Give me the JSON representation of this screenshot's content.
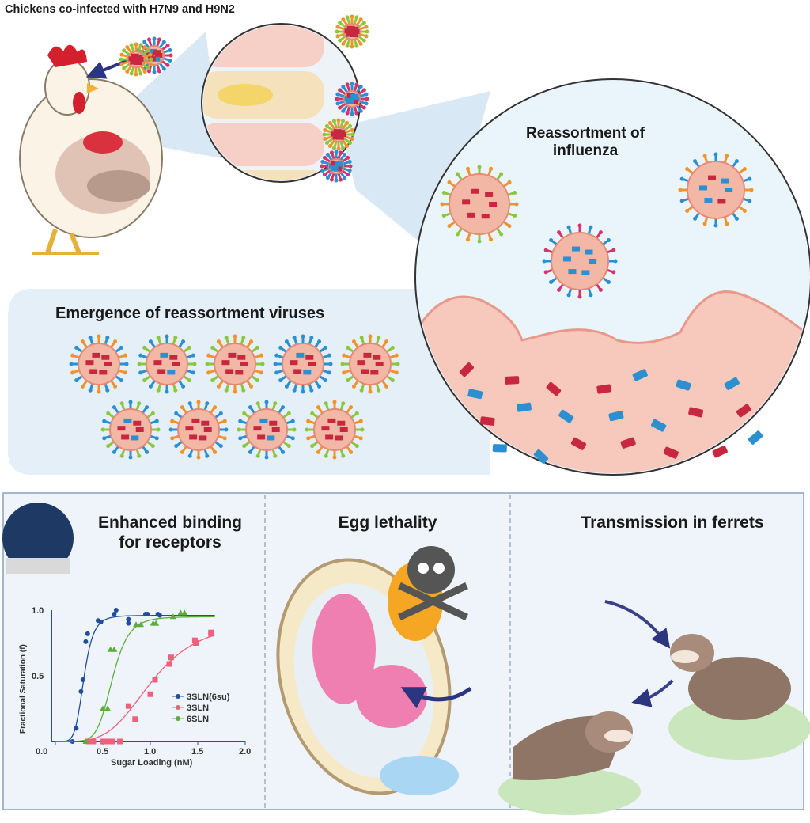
{
  "header": {
    "chicken_label": "Chickens co-infected with H7N9 and H9N2"
  },
  "reassortment": {
    "title": "Reassortment of influenza"
  },
  "emergence": {
    "title": "Emergence of reassortment viruses"
  },
  "panels": [
    {
      "title": "Enhanced binding for receptors"
    },
    {
      "title": "Egg lethality"
    },
    {
      "title": "Transmission in ferrets"
    }
  ],
  "colors": {
    "h7n9_red": "#c8283f",
    "h9n2_blue": "#2b8fd0",
    "spike_green": "#8cc63f",
    "spike_orange": "#f0932b",
    "spike_magenta": "#d6336c",
    "panel_bg": "#eef4fa",
    "cell_pink": "#f6c9c0"
  },
  "chart_data": {
    "type": "scatter",
    "xlabel": "Sugar Loading (nM)",
    "ylabel": "Fractional Saturation (f)",
    "xlim": [
      0,
      2.0
    ],
    "ylim": [
      0,
      1.0
    ],
    "xticks": [
      "0.0",
      "0.5",
      "1.0",
      "1.5",
      "2.0"
    ],
    "yticks": [
      "0.5",
      "1.0"
    ],
    "legend_position": "bottom-right",
    "series": [
      {
        "name": "3SLN(6su)",
        "color": "#1f4e9c",
        "marker": "circle",
        "fit": {
          "ec50": 0.3,
          "hill": 6,
          "max": 0.96
        },
        "points": [
          [
            0.18,
            0
          ],
          [
            0.22,
            0.1
          ],
          [
            0.27,
            0.38
          ],
          [
            0.29,
            0.47
          ],
          [
            0.32,
            0.76
          ],
          [
            0.34,
            0.82
          ],
          [
            0.45,
            0.92
          ],
          [
            0.48,
            0.91
          ],
          [
            0.62,
            0.97
          ],
          [
            0.64,
            1.0
          ],
          [
            0.77,
            0.9
          ],
          [
            0.77,
            0.93
          ],
          [
            0.95,
            0.97
          ],
          [
            0.97,
            0.97
          ],
          [
            1.08,
            0.97
          ],
          [
            1.1,
            0.96
          ]
        ]
      },
      {
        "name": "3SLN",
        "color": "#f0607a",
        "marker": "square",
        "fit": {
          "ec50": 1.02,
          "hill": 4,
          "max": 0.92
        },
        "points": [
          [
            0.35,
            0
          ],
          [
            0.4,
            0
          ],
          [
            0.5,
            0
          ],
          [
            0.55,
            0
          ],
          [
            0.6,
            0
          ],
          [
            0.68,
            0
          ],
          [
            0.77,
            0.27
          ],
          [
            0.84,
            0.17
          ],
          [
            1.0,
            0.36
          ],
          [
            1.05,
            0.47
          ],
          [
            1.2,
            0.59
          ],
          [
            1.22,
            0.64
          ],
          [
            1.47,
            0.77
          ],
          [
            1.48,
            0.75
          ],
          [
            1.64,
            0.83
          ],
          [
            1.64,
            0.82
          ]
        ]
      },
      {
        "name": "6SLN",
        "color": "#5cad3c",
        "marker": "triangle",
        "fit": {
          "ec50": 0.6,
          "hill": 7,
          "max": 0.95
        },
        "points": [
          [
            0.32,
            0
          ],
          [
            0.5,
            0.25
          ],
          [
            0.55,
            0.25
          ],
          [
            0.58,
            0.7
          ],
          [
            0.62,
            0.7
          ],
          [
            0.85,
            0.89
          ],
          [
            0.9,
            0.89
          ],
          [
            1.03,
            0.9
          ],
          [
            1.06,
            0.9
          ],
          [
            1.24,
            0.95
          ],
          [
            1.32,
            0.98
          ],
          [
            1.36,
            0.98
          ]
        ]
      }
    ]
  }
}
